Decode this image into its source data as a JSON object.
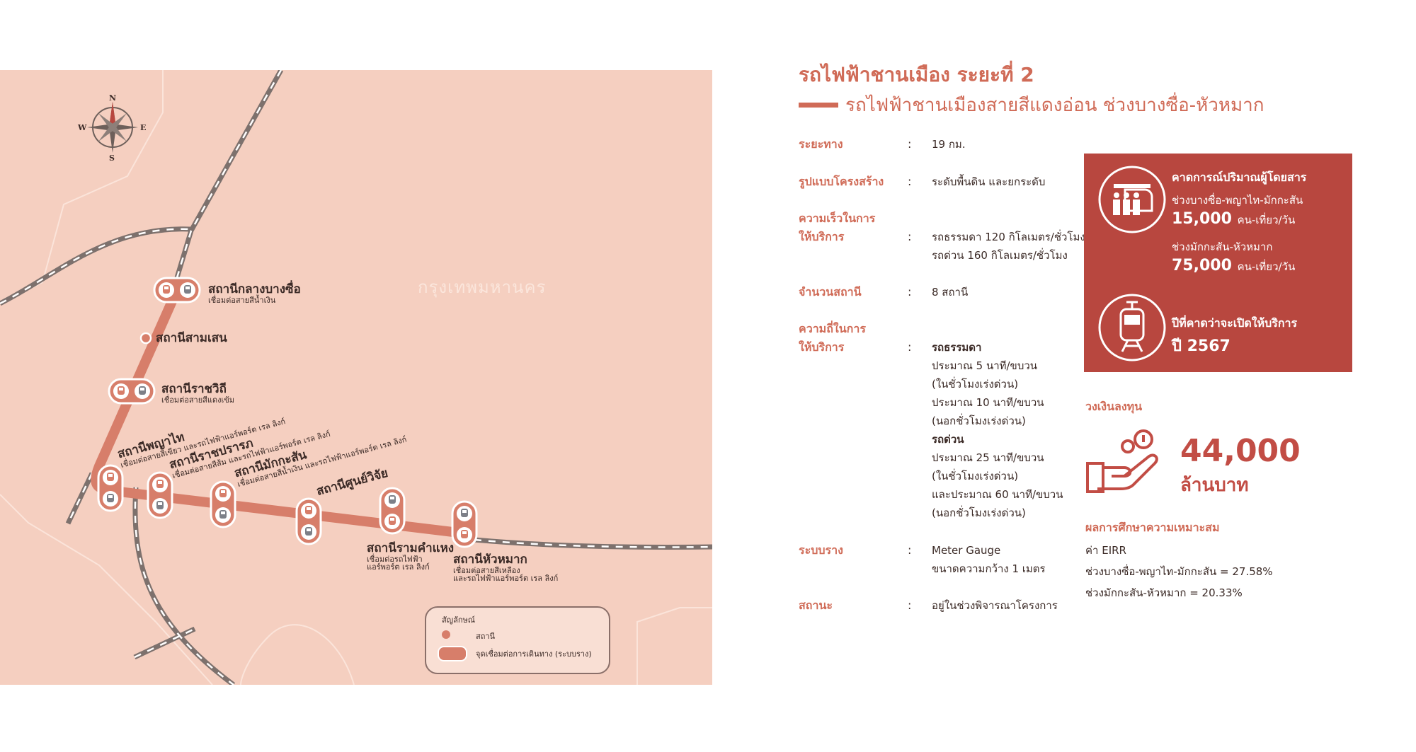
{
  "map": {
    "compass": {
      "n": "N",
      "s": "S",
      "e": "E",
      "w": "W"
    },
    "city_label": "กรุงเทพมหานคร",
    "stations": [
      {
        "name": "สถานีกลางบางซื่อ",
        "sub": "เชื่อมต่อสายสีน้ำเงิน"
      },
      {
        "name": "สถานีสามเสน",
        "sub": ""
      },
      {
        "name": "สถานีราชวิถี",
        "sub": "เชื่อมต่อสายสีแดงเข้ม"
      },
      {
        "name": "สถานีพญาไท",
        "sub": "เชื่อมต่อสายสีเขียว และรถไฟฟ้าแอร์พอร์ต เรล ลิงก์"
      },
      {
        "name": "สถานีราชปรารภ",
        "sub": "เชื่อมต่อสายสีส้ม และรถไฟฟ้าแอร์พอร์ต เรล ลิงก์"
      },
      {
        "name": "สถานีมักกะสัน",
        "sub": "เชื่อมต่อสายสีน้ำเงิน และรถไฟฟ้าแอร์พอร์ต เรล ลิงก์"
      },
      {
        "name": "สถานีศูนย์วิจัย",
        "sub": ""
      },
      {
        "name": "สถานีรามคำแหง",
        "sub": "เชื่อมต่อรถไฟฟ้า",
        "sub2": "แอร์พอร์ต เรล ลิงก์"
      },
      {
        "name": "สถานีหัวหมาก",
        "sub": "เชื่อมต่อสายสีเหลือง",
        "sub2": "และรถไฟฟ้าแอร์พอร์ต เรล ลิงก์"
      }
    ],
    "legend": {
      "title": "สัญลักษณ์",
      "station": "สถานี",
      "interchange": "จุดเชื่อมต่อการเดินทาง (ระบบราง)"
    },
    "colors": {
      "background": "#f5cfc0",
      "line": "#d77e6a",
      "rail": "#7d716d"
    }
  },
  "info": {
    "title": "รถไฟฟ้าชานเมือง ระยะที่ 2",
    "subtitle": "รถไฟฟ้าชานเมืองสายสีแดงอ่อน ช่วงบางซื่อ-หัวหมาก",
    "colon": ":",
    "rows": {
      "distance": {
        "label": "ระยะทาง",
        "value": "19 กม."
      },
      "structure": {
        "label": "รูปแบบโครงสร้าง",
        "value": "ระดับพื้นดิน และยกระดับ"
      },
      "speed": {
        "label1": "ความเร็วในการ",
        "label2": "ให้บริการ",
        "v1": "รถธรรมดา 120 กิโลเมตร/ชั่วโมง",
        "v2": "รถด่วน 160 กิโลเมตร/ชั่วโมง"
      },
      "stations": {
        "label": "จำนวนสถานี",
        "value": "8 สถานี"
      },
      "frequency": {
        "label1": "ความถี่ในการ",
        "label2": "ให้บริการ",
        "lines": [
          "รถธรรมดา",
          "ประมาณ 5 นาที/ขบวน",
          "(ในชั่วโมงเร่งด่วน)",
          "ประมาณ 10 นาที/ขบวน",
          "(นอกชั่วโมงเร่งด่วน)",
          "รถด่วน",
          "ประมาณ 25 นาที/ขบวน",
          "(ในชั่วโมงเร่งด่วน)",
          "และประมาณ 60 นาที/ขบวน",
          "(นอกชั่วโมงเร่งด่วน)"
        ]
      },
      "track": {
        "label": "ระบบราง",
        "v1": "Meter Gauge",
        "v2": "ขนาดความกว้าง 1 เมตร"
      },
      "status": {
        "label": "สถานะ",
        "value": "อยู่ในช่วงพิจารณาโครงการ"
      }
    },
    "ridership": {
      "title": "คาดการณ์ปริมาณผู้โดยสาร",
      "seg1": "ช่วงบางซื่อ-พญาไท-มักกะสัน",
      "num1": "15,000",
      "unit": "คน-เที่ยว/วัน",
      "seg2": "ช่วงมักกะสัน-หัวหมาก",
      "num2": "75,000"
    },
    "opening": {
      "title": "ปีที่คาดว่าจะเปิดให้บริการ",
      "year": "ปี 2567"
    },
    "investment": {
      "title": "วงเงินลงทุน",
      "amount": "44,000",
      "unit": "ล้านบาท"
    },
    "feasibility": {
      "title": "ผลการศึกษาความเหมาะสม",
      "metric": "ค่า EIRR",
      "seg1": "ช่วงบางซื่อ-พญาไท-มักกะสัน = 27.58%",
      "seg2": "ช่วงมักกะสัน-หัวหมาก = 20.33%"
    },
    "colors": {
      "accent": "#d06b57",
      "box": "#b8473f"
    }
  }
}
